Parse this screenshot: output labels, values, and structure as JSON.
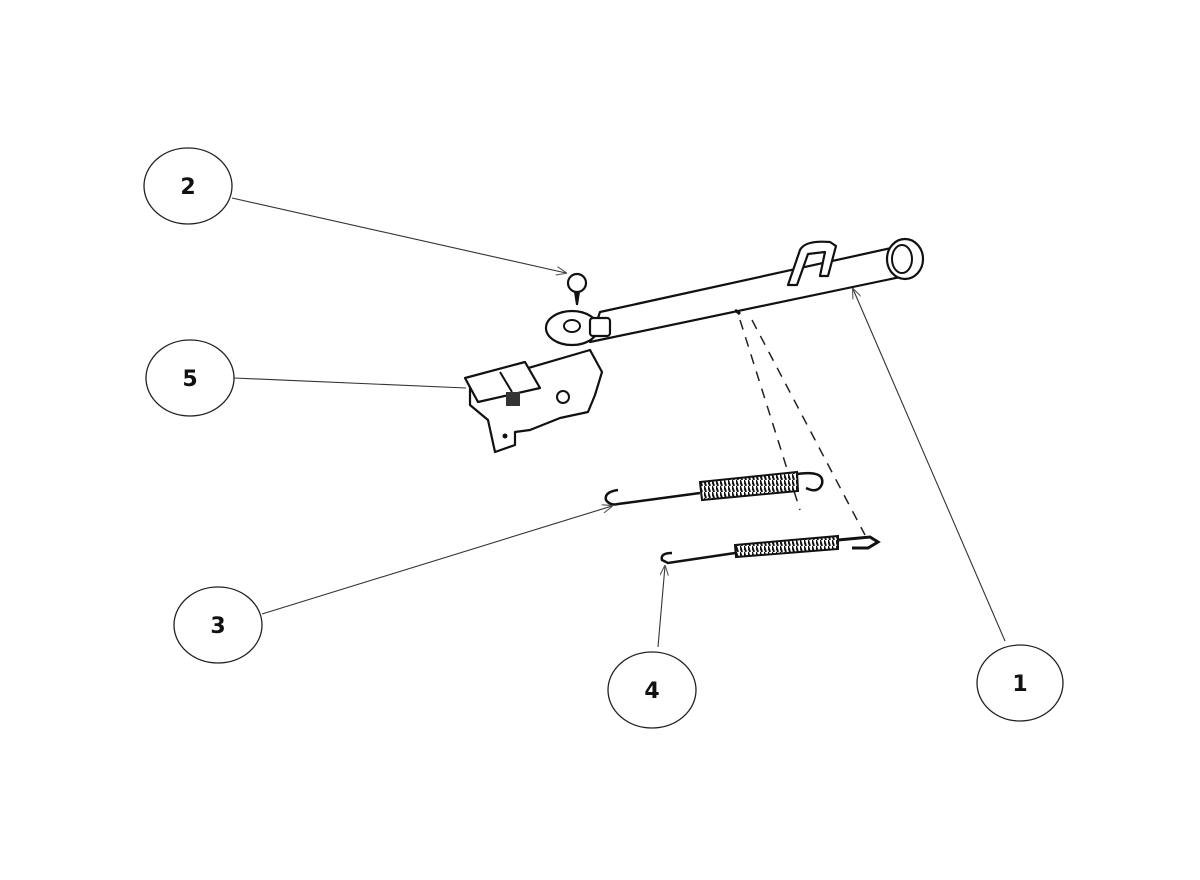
{
  "diagram": {
    "callouts": [
      {
        "label": "1",
        "part": "rod"
      },
      {
        "label": "2",
        "part": "knob"
      },
      {
        "label": "3",
        "part": "upper-spring"
      },
      {
        "label": "4",
        "part": "lower-spring"
      },
      {
        "label": "5",
        "part": "switch-bracket"
      }
    ]
  }
}
